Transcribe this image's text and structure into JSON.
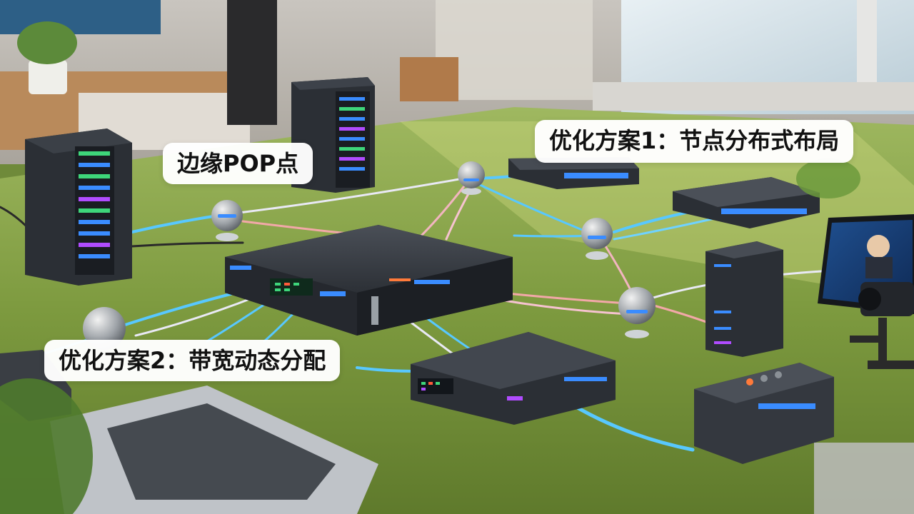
{
  "labels": {
    "edge_pop": "边缘POP点",
    "optimization_1": "优化方案1：节点分布式布局",
    "optimization_2": "优化方案2：带宽动态分配"
  },
  "colors": {
    "grass": "#7d9a3f",
    "cable_blue": "#58c8ff",
    "cable_pink": "#f2a8a8",
    "device_dark": "#2b2f35",
    "led_blue": "#3a8cff",
    "led_purple": "#b04cff",
    "label_bg": "#ffffff",
    "label_text": "#111111"
  }
}
